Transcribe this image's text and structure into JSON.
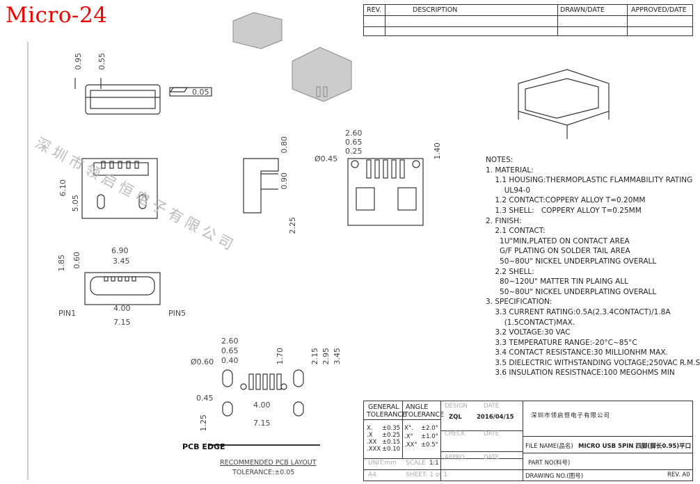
{
  "title": "Micro-24",
  "rev_block": {
    "rev": "REV.",
    "description": "DESCRIPTION",
    "drawn": "DRAWN/DATE",
    "approved": "APPROVED/DATE"
  },
  "dims": {
    "d095": "0.95",
    "d055": "0.55",
    "d005": "0.05",
    "d610": "6.10",
    "d505": "5.05",
    "d080": "0.80",
    "d090": "0.90",
    "d225": "2.25",
    "d260a": "2.60",
    "d065a": "0.65",
    "d025": "0.25",
    "d140": "1.40",
    "d045dia": "Ø0.45",
    "d185": "1.85",
    "d060": "0.60",
    "d690": "6.90",
    "d345a": "3.45",
    "d400a": "4.00",
    "d715a": "7.15",
    "pin1": "PIN1",
    "pin5": "PIN5",
    "d260b": "2.60",
    "d065b": "0.65",
    "d040": "0.40",
    "d060dia": "Ø0.60",
    "d170": "1.70",
    "d215": "2.15",
    "d295": "2.95",
    "d345b": "3.45",
    "d045": "0.45",
    "d125": "1.25",
    "d400b": "4.00",
    "d715b": "7.15",
    "pcb_edge": "PCB EDGE",
    "rec_layout": "RECOMMENDED PCB LAYOUT",
    "tolerance": "TOLERANCE:±0.05"
  },
  "watermark": "深圳市领启恒电子有限公司",
  "notes": [
    "NOTES:",
    "",
    "1. MATERIAL:",
    "    1.1 HOUSING:THERMOPLASTIC FLAMMABILITY RATING",
    "        UL94-0",
    "    1.2 CONTACT:COPPERY ALLOY T=0.20MM",
    "    1.3 SHELL:   COPPERY ALLOY T=0.25MM",
    "2. FINISH:",
    "    2.1 CONTACT:",
    "      1U\"MIN,PLATED ON CONTACT AREA",
    "      G/F PLATING ON SOLDER TAIL AREA",
    "      50~80U\" NICKEL UNDERPLATING OVERALL",
    "    2.2 SHELL:",
    "      80~120U\" MATTER TIN PLAING ALL",
    "      50~80U\" NICKEL UNDERPLATING OVERALL",
    "3. SPECIFICATION:",
    "    3.3 CURRENT RATING:0.5A(2.3.4CONTACT)/1.8A",
    "        (1.5CONTACT)MAX.",
    "    3.2 VOLTAGE:30 VAC",
    "    3.3 TEMPERATURE RANGE:-20°C~85°C",
    "    3.4 CONTACT RESISTANCE:30 MILLIONHM MAX.",
    "    3.5 DIELECTRIC WITHSTANDING VOLTAGE;250VAC R.M.S",
    "    3.6 INSULATION RESISTNACE:100 MEGOHMS MIN"
  ],
  "title_block": {
    "general": "GENERAL",
    "tolerance": "TOLERANCE",
    "angle": "ANGLE",
    "tolerance2": "TOLERANCE",
    "tol_rows": [
      [
        "X.",
        "±0.35"
      ],
      [
        ".X",
        "±0.25"
      ],
      [
        ".XX",
        "±0.15"
      ],
      [
        ".XXX",
        "±0.10"
      ]
    ],
    "ang_rows": [
      [
        "X°.",
        "±2.0°"
      ],
      [
        ".X°",
        "±1.0°"
      ],
      [
        ".XX°",
        "±0.5°"
      ]
    ],
    "design": "DESIGN",
    "date1": "DATE",
    "designer": "ZQL",
    "design_date": "2016/04/15",
    "check": "CHECK",
    "date2": "DATE",
    "appro": "APPRO.",
    "date3": "DATE",
    "unit": "UNIT:mm",
    "scale": "SCALE",
    "scale_val": "1:1",
    "a4": "A4",
    "sheet": "SHEET: 1 of 1",
    "company": "深圳市领启恒电子有限公司",
    "file_name": "FILE NAME(品名)",
    "file_val": "MICRO USB 5PIN 四脚(脚长0.95)平口",
    "part_no": "PART NO(料号)",
    "drawing_no": "DRAWING NO.(图号)",
    "rev": "REV. A0"
  },
  "colors": {
    "title": "#e00000",
    "line": "#333333"
  }
}
